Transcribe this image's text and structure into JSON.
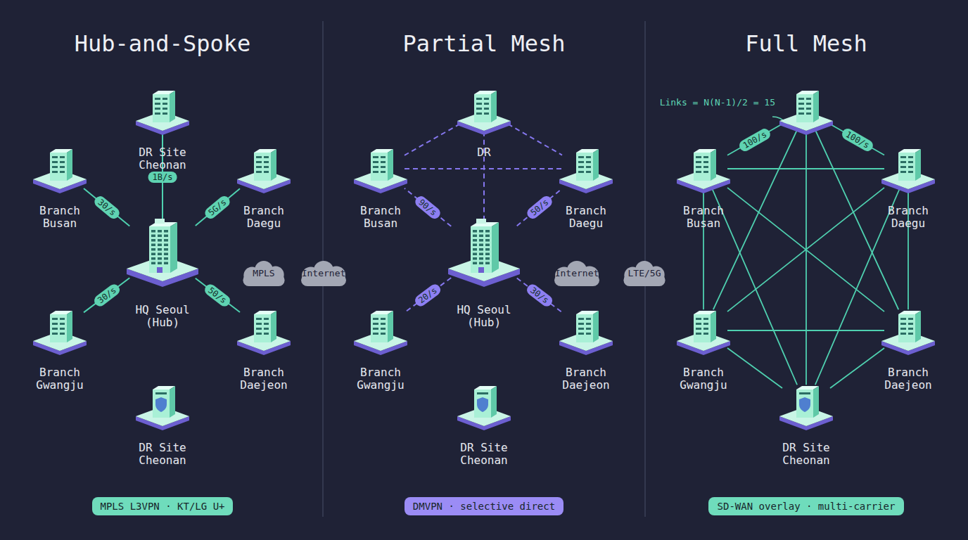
{
  "diagram": {
    "nodes": [
      {
        "text": [
          "DR Site Cheonan"
        ]
      },
      {
        "text": [
          "Branch Busan"
        ]
      },
      {
        "text": [
          "Branch Daegu"
        ]
      },
      {
        "text": [
          "HQ Seoul (Hub)"
        ]
      },
      {
        "text": [
          "Branch Gwangju"
        ]
      },
      {
        "text": [
          "Branch Daejeon"
        ]
      },
      {
        "text": [
          "DR Site Cheonan"
        ]
      },
      {
        "text": [
          "MPLS"
        ]
      },
      {
        "text": [
          "Internet"
        ]
      },
      {
        "text": [
          "MPLS L3VPN · KT/LG U+"
        ]
      },
      {
        "text": [
          "DR"
        ]
      },
      {
        "text": [
          "Branch Busan"
        ]
      },
      {
        "text": [
          "Branch Daegu"
        ]
      },
      {
        "text": [
          "HQ Seoul (Hub)"
        ]
      },
      {
        "text": [
          "Internet"
        ]
      },
      {
        "text": [
          "LTE/5G"
        ]
      },
      {
        "text": [
          "Branch Gwangju"
        ]
      },
      {
        "text": [
          "Branch Daejeon"
        ]
      },
      {
        "text": [
          "DR Site Cheonan"
        ]
      },
      {
        "text": [
          "DMVPN · selective direct"
        ]
      },
      {
        "text": [
          "Links = N(N-1)/2 = 15"
        ]
      },
      {
        "text": [
          "Branch Busan"
        ]
      },
      {
        "text": [
          "Branch Daegu"
        ]
      },
      {
        "text": [
          "Branch Gwangju"
        ]
      },
      {
        "text": [
          "Branch Daejeon"
        ]
      },
      {
        "text": [
          "DR Site Cheonan"
        ]
      },
      {
        "text": [
          "SD-WAN overlay · multi-carrier"
        ]
      }
    ],
    "edges": [
      {
        "from": 3,
        "to": 0,
        "arrow": "none",
        "label": "1B/s"
      },
      {
        "from": 3,
        "to": 1,
        "arrow": "none",
        "label": "30/s"
      },
      {
        "from": 3,
        "to": 2,
        "arrow": "none",
        "label": "5G/s"
      },
      {
        "from": 3,
        "to": 4,
        "arrow": "none",
        "label": "30/s"
      },
      {
        "from": 3,
        "to": 5,
        "arrow": "none",
        "label": "50/s"
      },
      {
        "from": 10,
        "to": 11,
        "arrow": "none"
      },
      {
        "from": 10,
        "to": 12,
        "arrow": "none"
      },
      {
        "from": 11,
        "to": 12,
        "arrow": "none"
      },
      {
        "from": 10,
        "to": 13,
        "arrow": "none"
      },
      {
        "from": 13,
        "to": 11,
        "arrow": "none",
        "label": "90/s"
      },
      {
        "from": 13,
        "to": 12,
        "arrow": "none",
        "label": "50/s"
      },
      {
        "from": 13,
        "to": 16,
        "arrow": "none",
        "label": "20/s"
      },
      {
        "from": 13,
        "to": 17,
        "arrow": "none",
        "label": "30/s"
      },
      {
        "from": 20,
        "to": 21,
        "arrow": "none",
        "label": "100/s"
      },
      {
        "from": 20,
        "to": 22,
        "arrow": "none",
        "label": "100/s"
      },
      {
        "from": 20,
        "to": 23,
        "arrow": "none"
      },
      {
        "from": 20,
        "to": 24,
        "arrow": "none"
      },
      {
        "from": 20,
        "to": 25,
        "arrow": "none"
      },
      {
        "from": 21,
        "to": 22,
        "arrow": "none"
      },
      {
        "from": 21,
        "to": 23,
        "arrow": "none"
      },
      {
        "from": 21,
        "to": 24,
        "arrow": "none"
      },
      {
        "from": 21,
        "to": 25,
        "arrow": "none"
      },
      {
        "from": 22,
        "to": 23,
        "arrow": "none"
      },
      {
        "from": 22,
        "to": 24,
        "arrow": "none"
      },
      {
        "from": 22,
        "to": 25,
        "arrow": "none"
      },
      {
        "from": 23,
        "to": 24,
        "arrow": "none"
      },
      {
        "from": 23,
        "to": 25,
        "arrow": "none"
      },
      {
        "from": 24,
        "to": 25,
        "arrow": "none"
      }
    ],
    "labels": [
      "Hub-and-Spoke",
      "Partial Mesh",
      "Full Mesh"
    ]
  }
}
